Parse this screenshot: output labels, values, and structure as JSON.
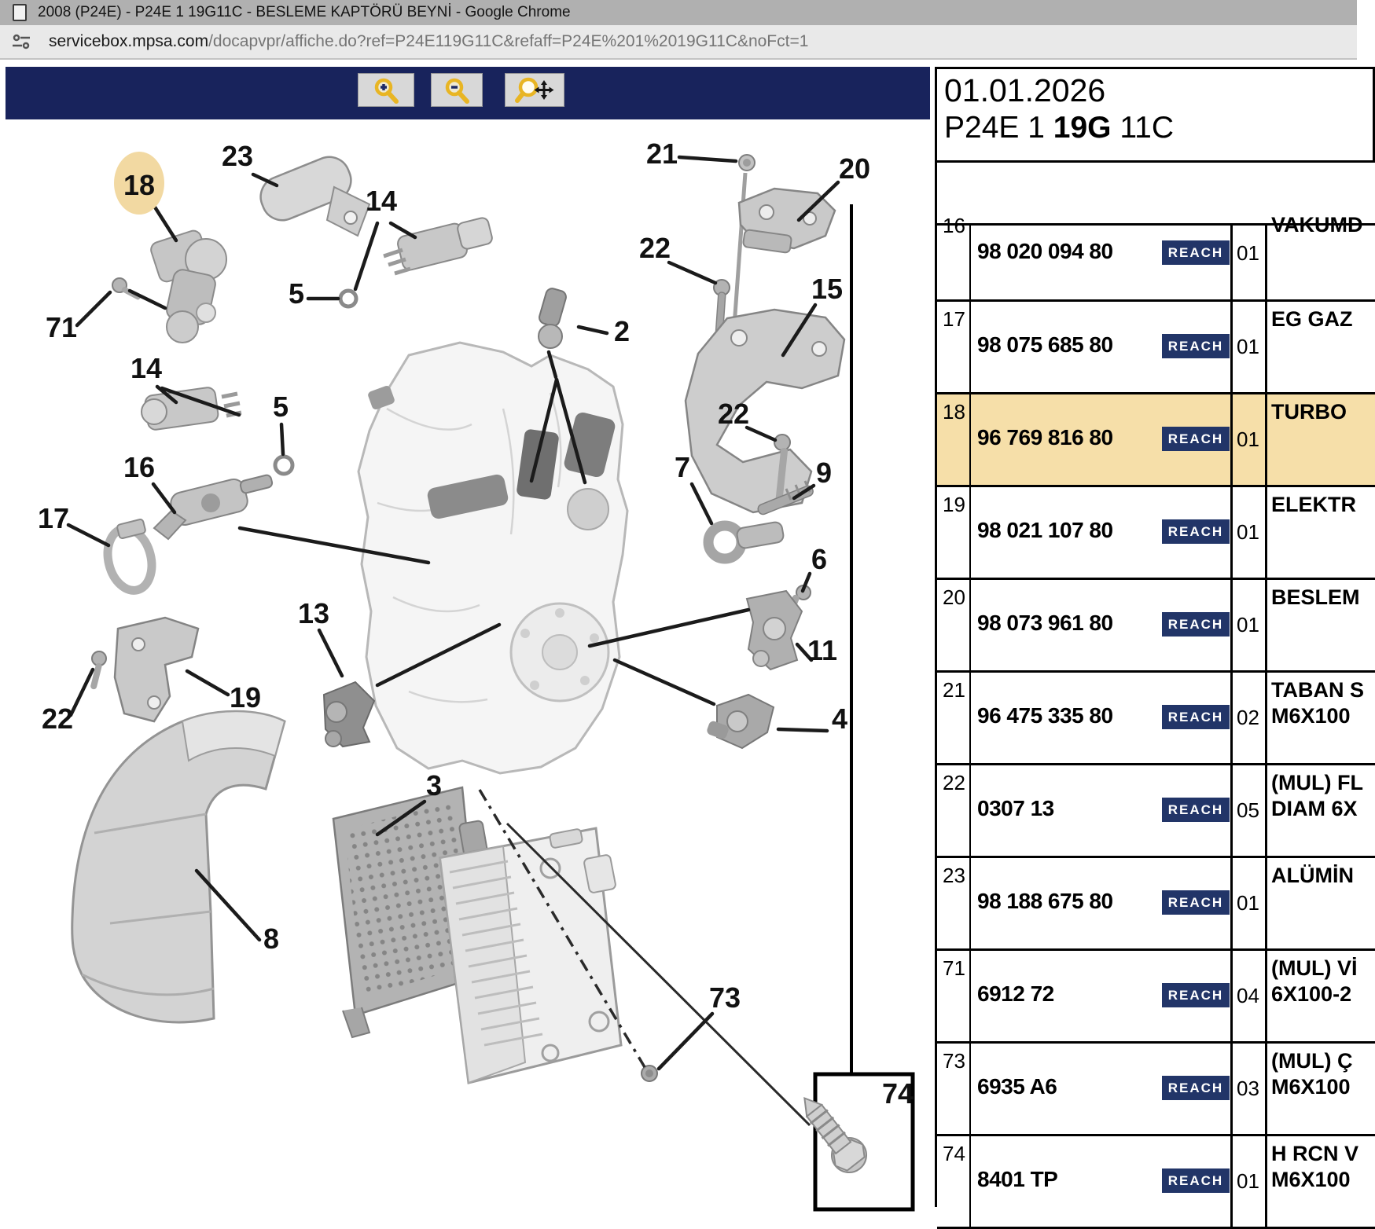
{
  "window": {
    "title": "2008 (P24E) - P24E 1 19G11C - BESLEME KAPTÖRÜ BEYNİ - Google Chrome",
    "url_host": "servicebox.mpsa.com",
    "url_path": "/docapvpr/affiche.do?ref=P24E119G11C&refaff=P24E%201%2019G11C&noFct=1"
  },
  "toolbar": {
    "buttons": [
      {
        "name": "zoom-in"
      },
      {
        "name": "zoom-out"
      },
      {
        "name": "pan"
      }
    ]
  },
  "panel": {
    "date": "01.01.2026",
    "ref_prefix": "P24E 1 ",
    "ref_bold": "19G",
    "ref_suffix": " 11C"
  },
  "table": {
    "badge_label": "REACH",
    "highlighted_index": "18",
    "rows": [
      {
        "idx": "16",
        "part": "98 020 094 80",
        "qty": "01",
        "desc1": "VAKUMD",
        "desc2": ""
      },
      {
        "idx": "17",
        "part": "98 075 685 80",
        "qty": "01",
        "desc1": "EG GAZ",
        "desc2": ""
      },
      {
        "idx": "18",
        "part": "96 769 816 80",
        "qty": "01",
        "desc1": "TURBO",
        "desc2": ""
      },
      {
        "idx": "19",
        "part": "98 021 107 80",
        "qty": "01",
        "desc1": "ELEKTR",
        "desc2": ""
      },
      {
        "idx": "20",
        "part": "98 073 961 80",
        "qty": "01",
        "desc1": "BESLEM",
        "desc2": ""
      },
      {
        "idx": "21",
        "part": "96 475 335 80",
        "qty": "02",
        "desc1": "TABAN S",
        "desc2": "M6X100"
      },
      {
        "idx": "22",
        "part": "0307 13",
        "qty": "05",
        "desc1": "(MUL) FL",
        "desc2": "DIAM 6X"
      },
      {
        "idx": "23",
        "part": "98 188 675 80",
        "qty": "01",
        "desc1": "ALÜMİN",
        "desc2": ""
      },
      {
        "idx": "71",
        "part": "6912 72",
        "qty": "04",
        "desc1": "(MUL) Vİ",
        "desc2": "6X100-2"
      },
      {
        "idx": "73",
        "part": "6935 A6",
        "qty": "03",
        "desc1": "(MUL) Ç",
        "desc2": "M6X100"
      },
      {
        "idx": "74",
        "part": "8401 TP",
        "qty": "01",
        "desc1": "H RCN V",
        "desc2": "M6X100"
      }
    ]
  },
  "diagram": {
    "highlight_color": "#f2d9a2",
    "labels": [
      {
        "text": "18"
      },
      {
        "text": "23"
      },
      {
        "text": "14"
      },
      {
        "text": "5"
      },
      {
        "text": "21"
      },
      {
        "text": "20"
      },
      {
        "text": "22"
      },
      {
        "text": "15"
      },
      {
        "text": "2"
      },
      {
        "text": "71"
      },
      {
        "text": "14"
      },
      {
        "text": "5"
      },
      {
        "text": "16"
      },
      {
        "text": "17"
      },
      {
        "text": "7"
      },
      {
        "text": "9"
      },
      {
        "text": "6"
      },
      {
        "text": "11"
      },
      {
        "text": "13"
      },
      {
        "text": "19"
      },
      {
        "text": "22"
      },
      {
        "text": "22"
      },
      {
        "text": "4"
      },
      {
        "text": "8"
      },
      {
        "text": "3"
      },
      {
        "text": "73"
      },
      {
        "text": "74"
      }
    ]
  }
}
